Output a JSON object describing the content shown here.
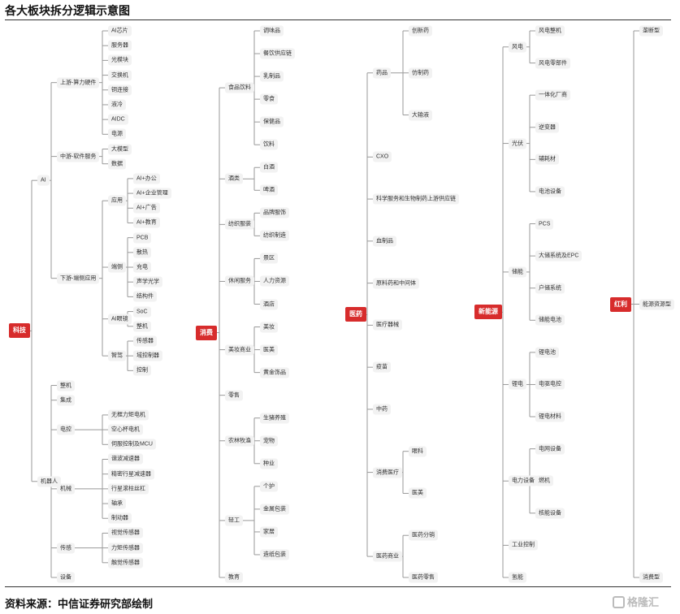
{
  "title": "各大板块拆分逻辑示意图",
  "source": "资料来源：中信证券研究部绘制",
  "watermark": "格隆汇",
  "colors": {
    "root": "#d72c2c",
    "node_bg": "#f2f2f2",
    "line": "#999999"
  },
  "mindmap": [
    {
      "label": "科技",
      "children": [
        {
          "label": "AI",
          "children": [
            {
              "label": "上游-算力硬件",
              "children": [
                {
                  "label": "AI芯片"
                },
                {
                  "label": "服务器"
                },
                {
                  "label": "光模块"
                },
                {
                  "label": "交换机"
                },
                {
                  "label": "铜连接"
                },
                {
                  "label": "液冷"
                },
                {
                  "label": "AIDC"
                },
                {
                  "label": "电源"
                }
              ]
            },
            {
              "label": "中游-软件服务",
              "children": [
                {
                  "label": "大模型"
                },
                {
                  "label": "数据"
                }
              ]
            },
            {
              "label": "下游-端侧应用",
              "children": [
                {
                  "label": "应用",
                  "children": [
                    {
                      "label": "AI+办公"
                    },
                    {
                      "label": "AI+企业管理"
                    },
                    {
                      "label": "AI+广告"
                    },
                    {
                      "label": "AI+教育"
                    }
                  ]
                },
                {
                  "label": "端侧",
                  "children": [
                    {
                      "label": "PCB"
                    },
                    {
                      "label": "散热"
                    },
                    {
                      "label": "充电"
                    },
                    {
                      "label": "声学光学"
                    },
                    {
                      "label": "结构件"
                    }
                  ]
                },
                {
                  "label": "AI眼镜",
                  "children": [
                    {
                      "label": "SoC"
                    },
                    {
                      "label": "整机"
                    }
                  ]
                },
                {
                  "label": "智驾",
                  "children": [
                    {
                      "label": "传感器"
                    },
                    {
                      "label": "域控制器"
                    },
                    {
                      "label": "控制"
                    }
                  ]
                }
              ]
            }
          ]
        },
        {
          "label": "机器人",
          "children": [
            {
              "label": "整机"
            },
            {
              "label": "集成"
            },
            {
              "label": "电控",
              "children": [
                {
                  "label": "无框力矩电机"
                },
                {
                  "label": "空心杯电机"
                },
                {
                  "label": "伺服控制及MCU"
                }
              ]
            },
            {
              "label": "机械",
              "children": [
                {
                  "label": "谐波减速器"
                },
                {
                  "label": "精密行星减速器"
                },
                {
                  "label": "行星滚柱丝杠"
                },
                {
                  "label": "轴承"
                },
                {
                  "label": "制动器"
                }
              ]
            },
            {
              "label": "传感",
              "children": [
                {
                  "label": "视觉传感器"
                },
                {
                  "label": "力矩传感器"
                },
                {
                  "label": "触觉传感器"
                }
              ]
            },
            {
              "label": "设备"
            }
          ]
        }
      ]
    },
    {
      "label": "消费",
      "children": [
        {
          "label": "食品饮料",
          "children": [
            {
              "label": "调味品"
            },
            {
              "label": "餐饮供应链"
            },
            {
              "label": "乳制品"
            },
            {
              "label": "零食"
            },
            {
              "label": "保健品"
            },
            {
              "label": "饮料"
            }
          ]
        },
        {
          "label": "酒类",
          "children": [
            {
              "label": "白酒"
            },
            {
              "label": "啤酒"
            }
          ]
        },
        {
          "label": "纺织服装",
          "children": [
            {
              "label": "品牌服饰"
            },
            {
              "label": "纺织制造"
            }
          ]
        },
        {
          "label": "休闲服务",
          "children": [
            {
              "label": "景区"
            },
            {
              "label": "人力资源"
            },
            {
              "label": "酒店"
            }
          ]
        },
        {
          "label": "美妆商业",
          "children": [
            {
              "label": "美妆"
            },
            {
              "label": "医美"
            },
            {
              "label": "黄金饰品"
            }
          ]
        },
        {
          "label": "零售"
        },
        {
          "label": "农林牧渔",
          "children": [
            {
              "label": "生猪养殖"
            },
            {
              "label": "宠物"
            },
            {
              "label": "种业"
            }
          ]
        },
        {
          "label": "轻工",
          "children": [
            {
              "label": "个护"
            },
            {
              "label": "金属包装"
            },
            {
              "label": "家居"
            },
            {
              "label": "造纸包装"
            }
          ]
        },
        {
          "label": "教育"
        }
      ]
    },
    {
      "label": "医药",
      "children": [
        {
          "label": "药品",
          "children": [
            {
              "label": "创新药"
            },
            {
              "label": "仿制药"
            },
            {
              "label": "大输液"
            }
          ]
        },
        {
          "label": "CXO"
        },
        {
          "label": "科学服务和生物制药上游供应链"
        },
        {
          "label": "血制品"
        },
        {
          "label": "原料药和中间体"
        },
        {
          "label": "医疗器械"
        },
        {
          "label": "疫苗"
        },
        {
          "label": "中药"
        },
        {
          "label": "消费医疗",
          "children": [
            {
              "label": "眼科"
            },
            {
              "label": "医美"
            }
          ]
        },
        {
          "label": "医药商业",
          "children": [
            {
              "label": "医药分销"
            },
            {
              "label": "医药零售"
            }
          ]
        }
      ]
    },
    {
      "label": "新能源",
      "children": [
        {
          "label": "风电",
          "children": [
            {
              "label": "风电整机"
            },
            {
              "label": "风电零部件"
            }
          ]
        },
        {
          "label": "光伏",
          "children": [
            {
              "label": "一体化厂商"
            },
            {
              "label": "逆变器"
            },
            {
              "label": "辅耗材"
            },
            {
              "label": "电池设备"
            }
          ]
        },
        {
          "label": "储能",
          "children": [
            {
              "label": "PCS"
            },
            {
              "label": "大储系统及EPC"
            },
            {
              "label": "户储系统"
            },
            {
              "label": "储能电池"
            }
          ]
        },
        {
          "label": "锂电",
          "children": [
            {
              "label": "锂电池"
            },
            {
              "label": "电驱电控"
            },
            {
              "label": "锂电材料"
            }
          ]
        },
        {
          "label": "电力设备",
          "children": [
            {
              "label": "电网设备"
            },
            {
              "label": "燃机"
            },
            {
              "label": "核能设备"
            }
          ]
        },
        {
          "label": "工业控制"
        },
        {
          "label": "氢能"
        }
      ]
    },
    {
      "label": "红利",
      "children": [
        {
          "label": "垄断型"
        },
        {
          "label": "能源资源型"
        },
        {
          "label": "消费型"
        }
      ]
    }
  ]
}
